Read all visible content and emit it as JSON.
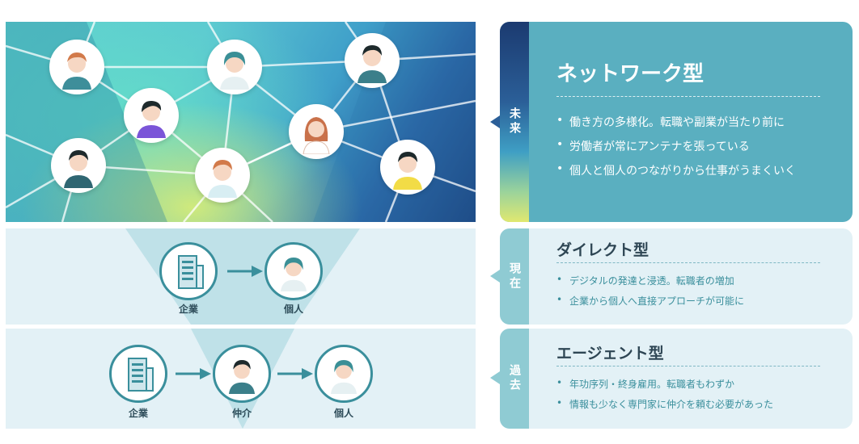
{
  "future": {
    "era": "未来",
    "title": "ネットワーク型",
    "bullets": [
      "働き方の多様化。転職や副業が当たり前に",
      "労働者が常にアンテナを張っている",
      "個人と個人のつながりから仕事がうまくいく"
    ]
  },
  "present": {
    "era": "現在",
    "title": "ダイレクト型",
    "bullets": [
      "デジタルの発達と浸透。転職者の増加",
      "企業から個人へ直接アプローチが可能に"
    ],
    "flow": {
      "company": "企業",
      "individual": "個人"
    }
  },
  "past": {
    "era": "過去",
    "title": "エージェント型",
    "bullets": [
      "年功序列・終身雇用。転職者もわずか",
      "情報も少なく専門家に仲介を頼む必要があった"
    ],
    "flow": {
      "company": "企業",
      "agent": "仲介",
      "individual": "個人"
    }
  },
  "colors": {
    "future_card": "#5aafc0",
    "present_card": "#e3f1f6",
    "past_card": "#e3f1f6",
    "tab_light": "#8fcbd3",
    "teal_dark": "#2f8e9b"
  },
  "icons": {
    "building": "building-icon",
    "person": "person-avatar-icon",
    "arrow": "arrow-right-icon"
  }
}
